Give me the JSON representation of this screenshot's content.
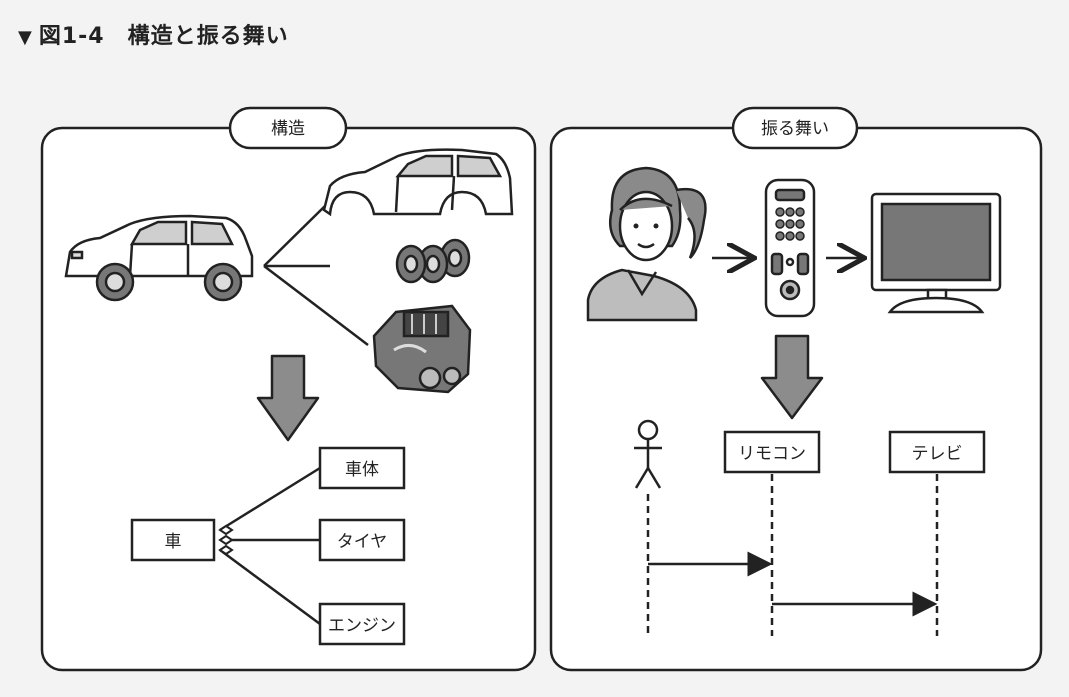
{
  "figure": {
    "marker": "▼",
    "title": "図1-4　構造と振る舞い"
  },
  "panels": {
    "structure": {
      "label": "構造",
      "root": "車",
      "parts": [
        "車体",
        "タイヤ",
        "エンジン"
      ]
    },
    "behavior": {
      "label": "振る舞い",
      "lifelines": [
        "リモコン",
        "テレビ"
      ]
    }
  },
  "colors": {
    "background": "#f3f3f3",
    "line": "#222222",
    "arrow_fill": "#8c8c8c",
    "panel_fill": "#ffffff"
  }
}
